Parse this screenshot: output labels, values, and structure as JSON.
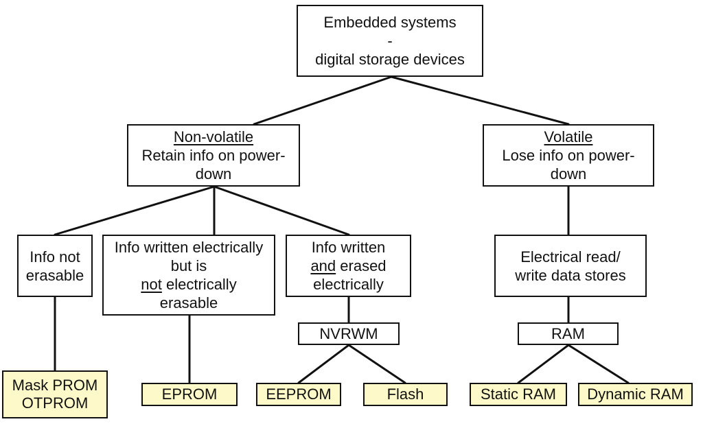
{
  "diagram": {
    "root": {
      "line1": "Embedded systems",
      "line2": "-",
      "line3": "digital storage devices"
    },
    "nonvolatile": {
      "title": "Non-volatile",
      "line1": "Retain info on power-",
      "line2": "down"
    },
    "volatile": {
      "title": "Volatile",
      "line1": "Lose info on power-",
      "line2": "down"
    },
    "not_erasable": {
      "line1": "Info not",
      "line2": "erasable"
    },
    "written_not_erasable": {
      "line1": "Info written electrically",
      "line2": "but is",
      "line3_under": "not",
      "line3_rest": " electrically",
      "line4": "erasable"
    },
    "written_erased": {
      "line1": "Info written",
      "line2_under": "and",
      "line2_rest": " erased",
      "line3": "electrically"
    },
    "rw_stores": {
      "line1": "Electrical read/",
      "line2": "write data stores"
    },
    "nvrwm": "NVRWM",
    "ram": "RAM",
    "leaves": {
      "mask_prom": "Mask PROM",
      "otprom": "OTPROM",
      "eprom": "EPROM",
      "eeprom": "EEPROM",
      "flash": "Flash",
      "static_ram": "Static RAM",
      "dynamic_ram": "Dynamic RAM"
    }
  }
}
